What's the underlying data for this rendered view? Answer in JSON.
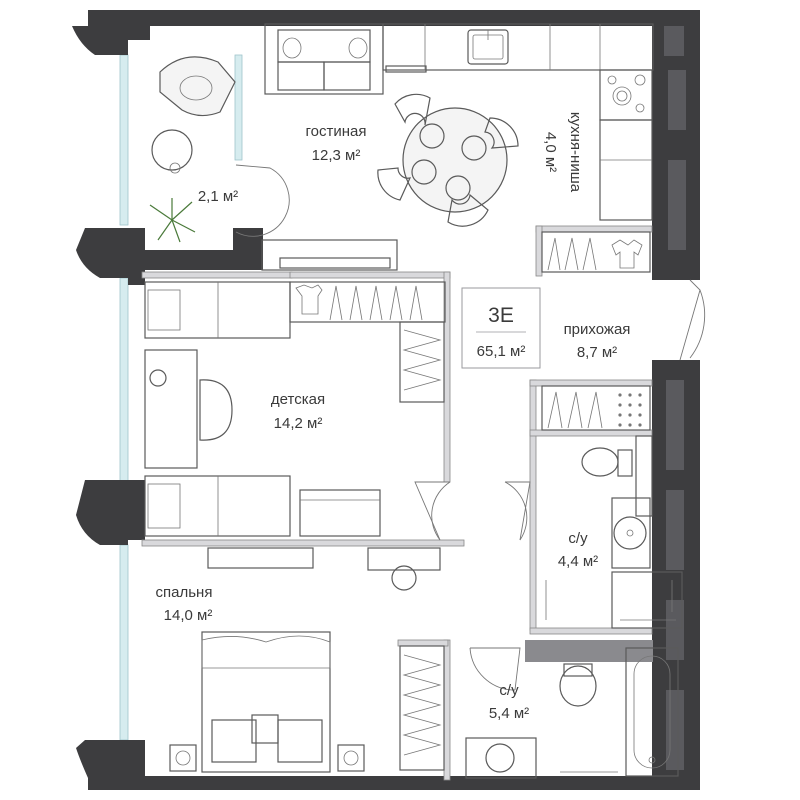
{
  "apartment": {
    "code": "3E",
    "area": "65,1 м²"
  },
  "rooms": {
    "living": {
      "name": "гостиная",
      "area": "12,3 м²"
    },
    "balcony": {
      "area": "2,1 м²"
    },
    "kitchen": {
      "name": "кухня-ниша",
      "area": "4,0 м²"
    },
    "hall": {
      "name": "прихожая",
      "area": "8,7 м²"
    },
    "kids": {
      "name": "детская",
      "area": "14,2 м²"
    },
    "bath1": {
      "name": "с/у",
      "area": "4,4 м²"
    },
    "bedroom": {
      "name": "спальня",
      "area": "14,0 м²"
    },
    "bath2": {
      "name": "с/у",
      "area": "5,4 м²"
    }
  },
  "colors": {
    "wall": "#3d3d3f",
    "partition": "#8a8a8e",
    "window": "#cfe6ea",
    "text": "#3a3a3a"
  }
}
